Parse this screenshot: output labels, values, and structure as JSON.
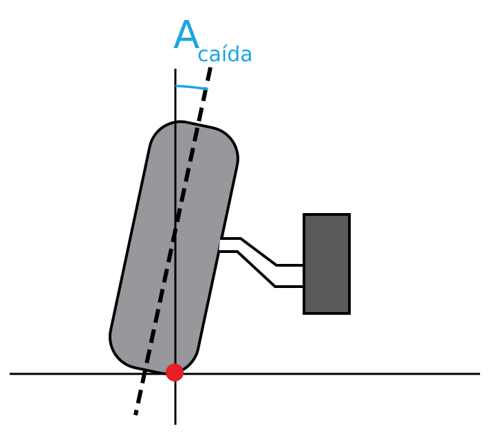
{
  "label": {
    "main": "A",
    "subscript": "caída"
  },
  "colors": {
    "accent": "#1ba6e1",
    "tire": "#97989b",
    "knuckle": "#5a5a5c",
    "contact_point": "#e61e25",
    "line": "#000000"
  },
  "camber_angle_deg": 12
}
